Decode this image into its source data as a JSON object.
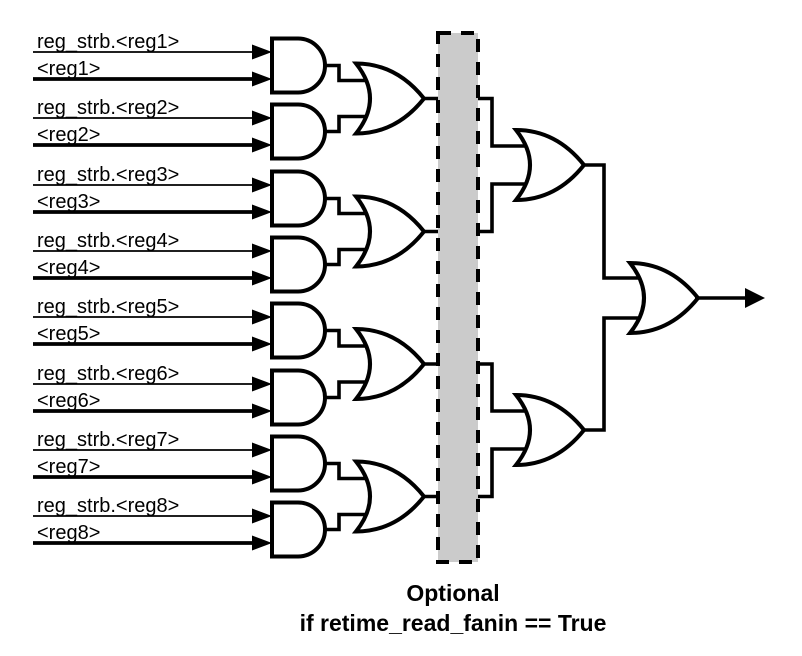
{
  "diagram": {
    "inputs": [
      {
        "strobe": "reg_strb.<reg1>",
        "data": "<reg1>"
      },
      {
        "strobe": "reg_strb.<reg2>",
        "data": "<reg2>"
      },
      {
        "strobe": "reg_strb.<reg3>",
        "data": "<reg3>"
      },
      {
        "strobe": "reg_strb.<reg4>",
        "data": "<reg4>"
      },
      {
        "strobe": "reg_strb.<reg5>",
        "data": "<reg5>"
      },
      {
        "strobe": "reg_strb.<reg6>",
        "data": "<reg6>"
      },
      {
        "strobe": "reg_strb.<reg7>",
        "data": "<reg7>"
      },
      {
        "strobe": "reg_strb.<reg8>",
        "data": "<reg8>"
      }
    ],
    "caption": {
      "line1": "Optional",
      "line2": "if retime_read_fanin == True"
    },
    "colors": {
      "wire": "#000000",
      "text": "#000000",
      "gate_fill": "#ffffff",
      "optional_region_fill": "#cbcbcb",
      "optional_region_border": "#000000",
      "background": "#ffffff"
    }
  }
}
